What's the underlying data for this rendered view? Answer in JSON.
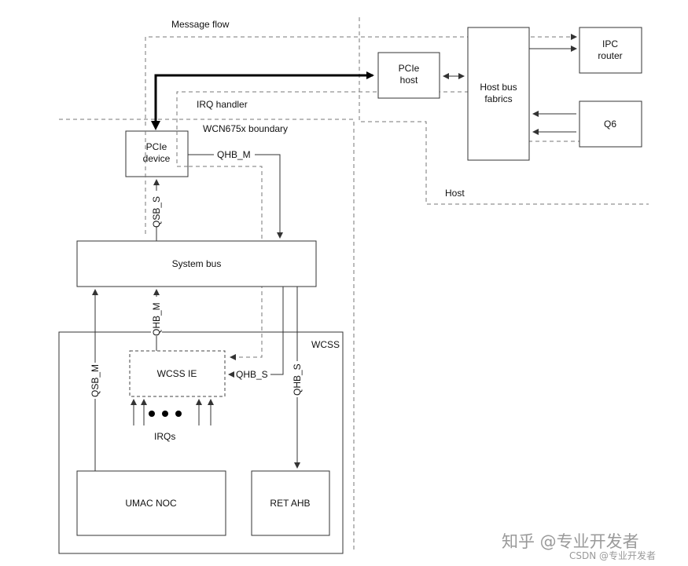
{
  "diagram": {
    "labels": {
      "message_flow": "Message flow",
      "irq_handler": "IRQ handler",
      "boundary": "WCN675x boundary",
      "host": "Host",
      "wcss": "WCSS",
      "irqs": "IRQs",
      "qhb_m_top": "QHB_M",
      "qsb_s": "QSB_S",
      "qhb_m_lower": "QHB_M",
      "qsb_m": "QSB_M",
      "qhb_s_in": "QHB_S",
      "qhb_s_right": "QHB_S"
    },
    "blocks": {
      "pcie_host": [
        "PCIe",
        "host"
      ],
      "host_bus": [
        "Host bus",
        "fabrics"
      ],
      "ipc_router": [
        "IPC",
        "router"
      ],
      "q6": "Q6",
      "pcie_device": [
        "PCIe",
        "device"
      ],
      "system_bus": "System bus",
      "wcss_ie": "WCSS IE",
      "umac_noc": "UMAC NOC",
      "ret_ahb": "RET AHB"
    },
    "watermark": {
      "main": "知乎 @专业开发者",
      "sub": "CSDN @专业开发者"
    }
  }
}
